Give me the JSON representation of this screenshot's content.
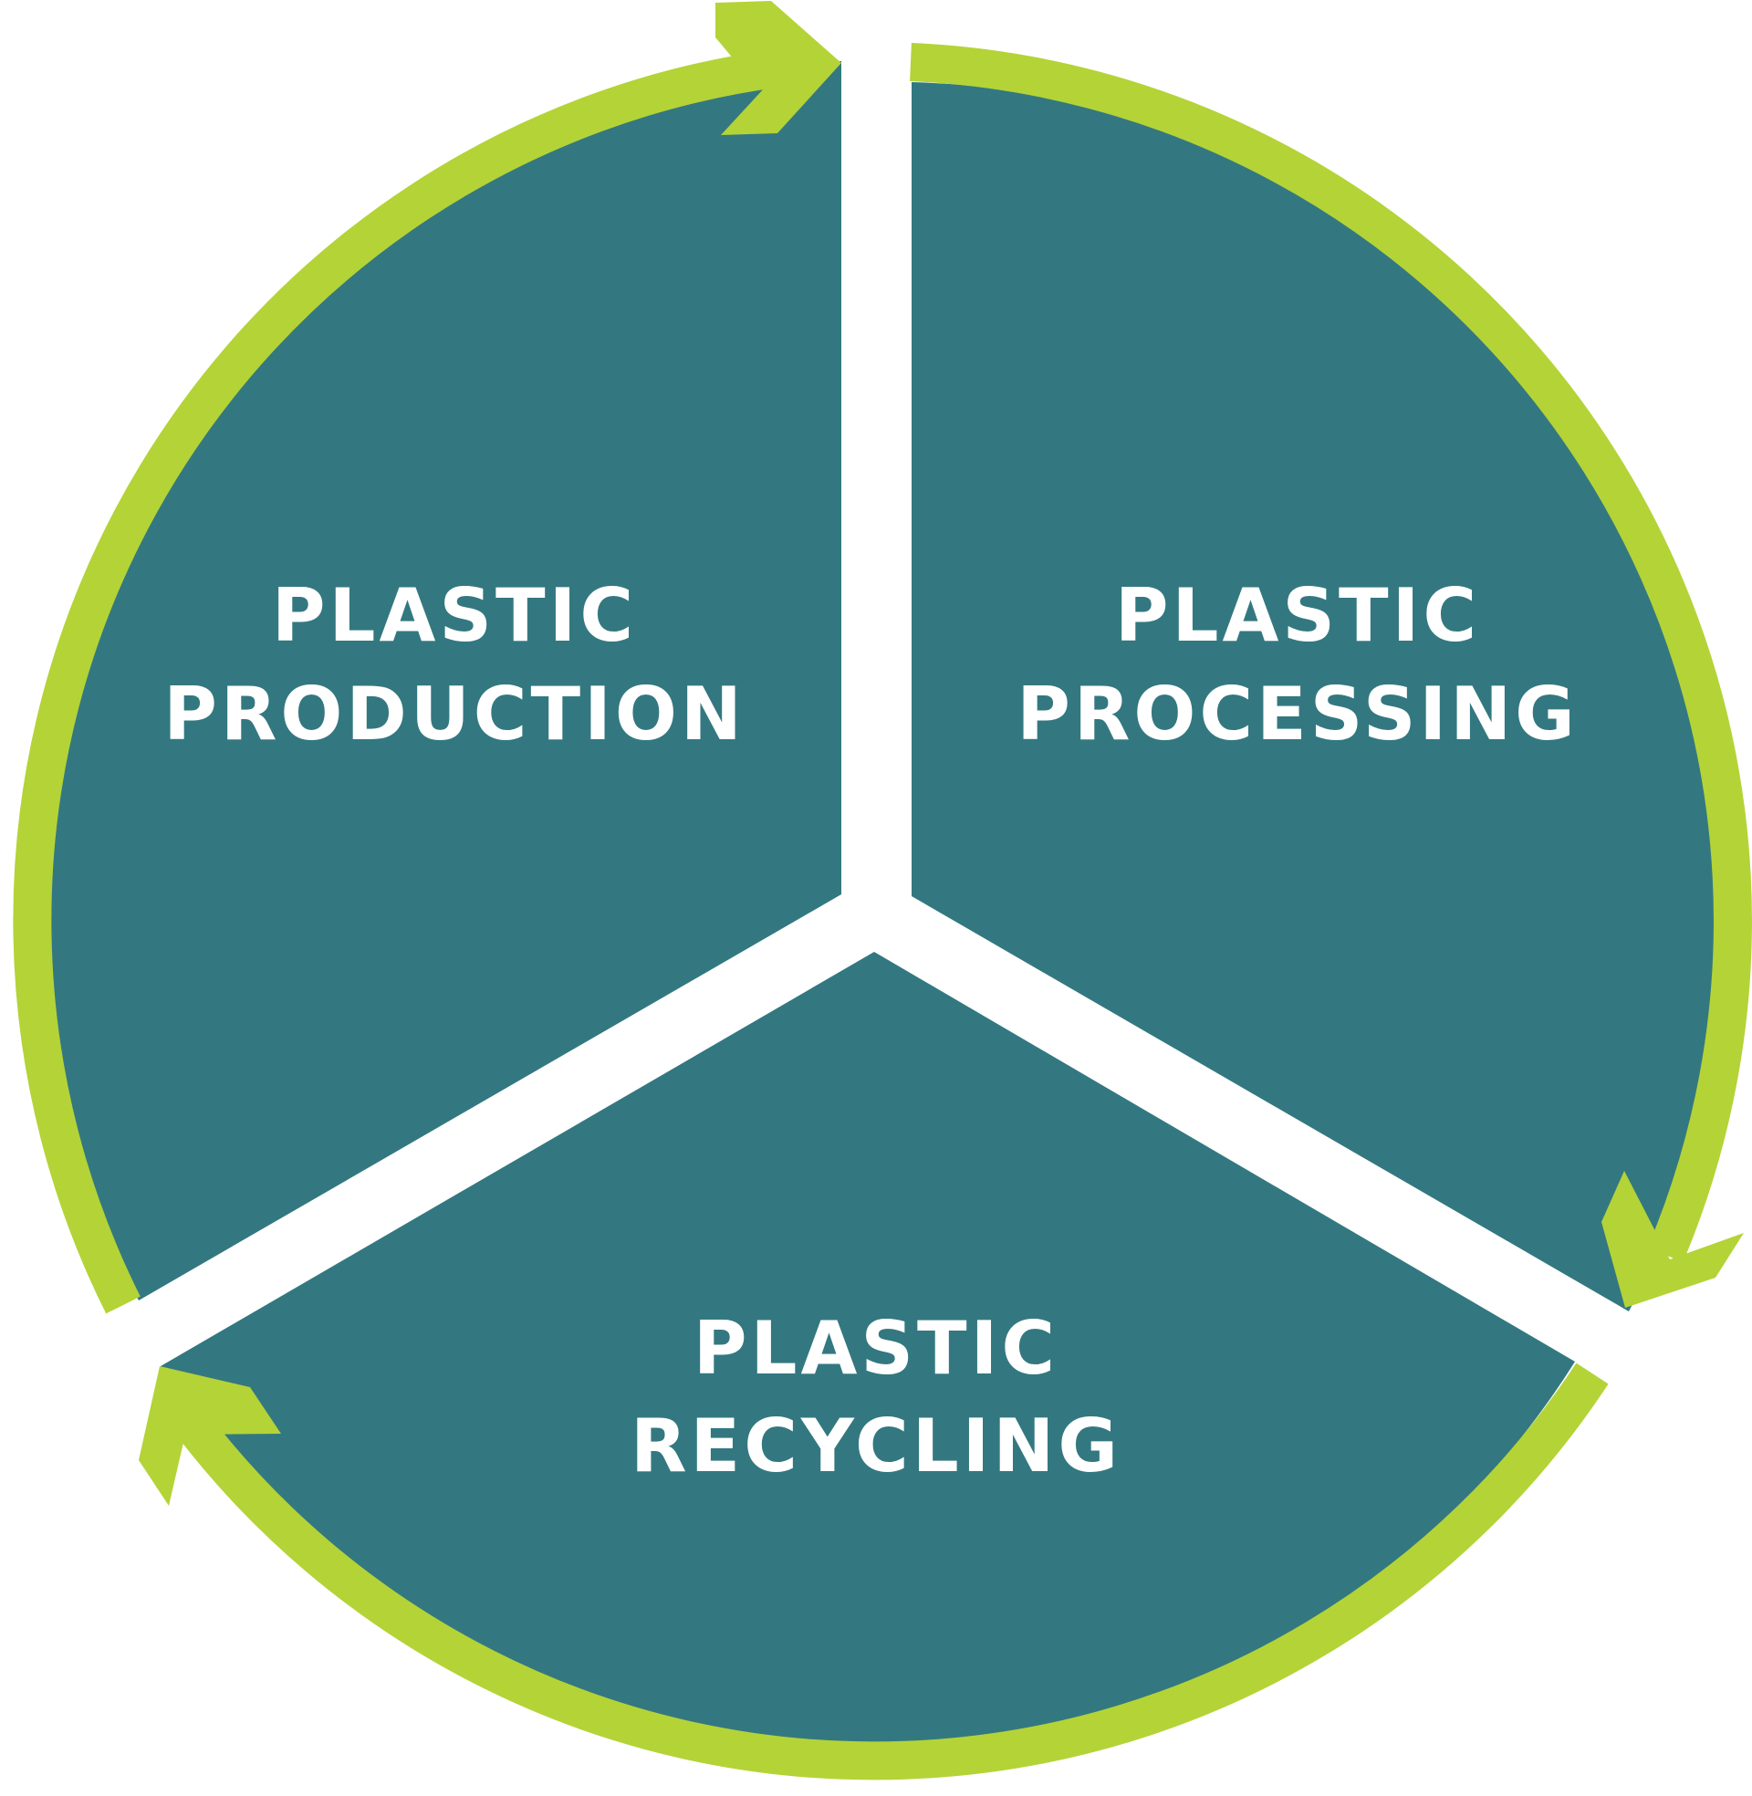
{
  "colors": {
    "background": "#ffffff",
    "segment_fill": "#337880",
    "arrow_color": "#b4d337",
    "label_color": "#ffffff"
  },
  "segments": [
    {
      "id": "production",
      "label_line1": "PLASTIC",
      "label_line2": "PRODUCTION"
    },
    {
      "id": "processing",
      "label_line1": "PLASTIC",
      "label_line2": "PROCESSING"
    },
    {
      "id": "recycling",
      "label_line1": "PLASTIC",
      "label_line2": "RECYCLING"
    }
  ],
  "arrows": [
    {
      "from": "production",
      "to": "processing"
    },
    {
      "from": "processing",
      "to": "recycling"
    },
    {
      "from": "recycling",
      "to": "production"
    }
  ]
}
